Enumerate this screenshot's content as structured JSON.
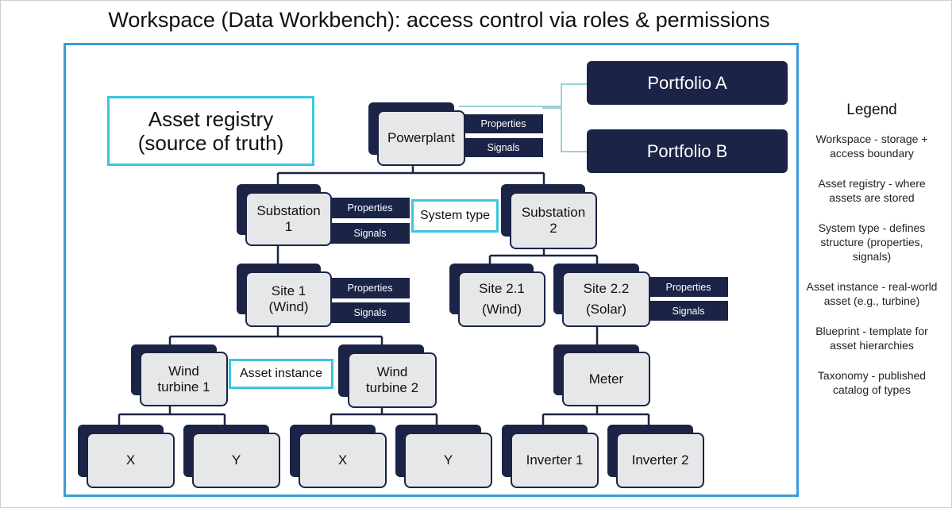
{
  "title": "Workspace (Data Workbench): access control via roles & permissions",
  "callouts": {
    "asset_registry": "Asset registry\n(source of truth)",
    "system_type": "System type",
    "asset_instance": "Asset instance"
  },
  "tags": {
    "properties": "Properties",
    "signals": "Signals"
  },
  "portfolios": [
    "Portfolio A",
    "Portfolio B"
  ],
  "nodes": {
    "powerplant": "Powerplant",
    "substation1": "Substation\n1",
    "substation2": "Substation\n2",
    "site1": "Site 1\n(Wind)",
    "site21": "Site 2.1\n(Wind)",
    "site22": "Site 2.2\n(Solar)",
    "wt1": "Wind\nturbine 1",
    "wt2": "Wind\nturbine 2",
    "meter": "Meter",
    "x1": "X",
    "y1": "Y",
    "x2": "X",
    "y2": "Y",
    "inv1": "Inverter 1",
    "inv2": "Inverter 2"
  },
  "legend": {
    "title": "Legend",
    "items": [
      "Workspace - storage + access boundary",
      "Asset registry - where assets are stored",
      "System type - defines structure (properties, signals)",
      "Asset instance - real-world asset (e.g., turbine)",
      "Blueprint - template for asset hierarchies",
      "Taxonomy - published catalog of types"
    ]
  },
  "colors": {
    "navy": "#1b2447",
    "node_fill": "#e6e7e9",
    "workspace_border": "#3a9bdc",
    "callout_border": "#3bc6e0",
    "connector_portfolio": "#5fb3c7"
  }
}
